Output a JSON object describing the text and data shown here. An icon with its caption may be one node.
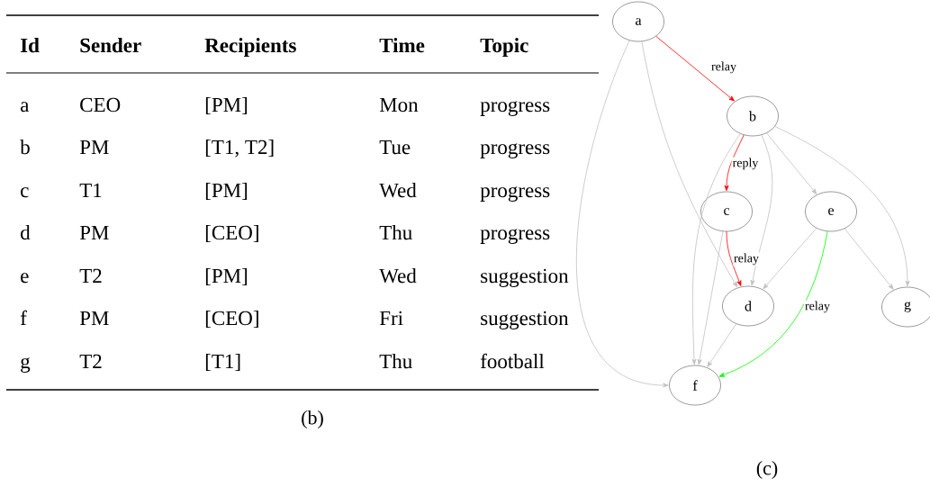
{
  "diagram": {
    "nodes": [
      {
        "text": [
          "a"
        ]
      },
      {
        "text": [
          "b"
        ]
      },
      {
        "text": [
          "c"
        ]
      },
      {
        "text": [
          "e"
        ]
      },
      {
        "text": [
          "d"
        ]
      },
      {
        "text": [
          "g"
        ]
      },
      {
        "text": [
          "f"
        ]
      }
    ],
    "edges": [
      {
        "from": 0,
        "to": 1,
        "arrow": "to",
        "label": "relay",
        "color": "#ff0000"
      },
      {
        "from": 0,
        "to": 6,
        "arrow": "to"
      },
      {
        "from": 0,
        "to": 4,
        "arrow": "to"
      },
      {
        "from": 1,
        "to": 2,
        "arrow": "to",
        "label": "reply",
        "color": "#ff0000"
      },
      {
        "from": 1,
        "to": 6,
        "arrow": "to"
      },
      {
        "from": 1,
        "to": 4,
        "arrow": "to"
      },
      {
        "from": 1,
        "to": 3,
        "arrow": "to"
      },
      {
        "from": 1,
        "to": 5,
        "arrow": "to"
      },
      {
        "from": 2,
        "to": 4,
        "arrow": "to",
        "label": "relay",
        "color": "#ff0000"
      },
      {
        "from": 2,
        "to": 6,
        "arrow": "to"
      },
      {
        "from": 3,
        "to": 4,
        "arrow": "to"
      },
      {
        "from": 3,
        "to": 5,
        "arrow": "to"
      },
      {
        "from": 3,
        "to": 6,
        "arrow": "to",
        "label": "relay",
        "color": "#00ff00"
      },
      {
        "from": 4,
        "to": 6,
        "arrow": "to"
      }
    ],
    "labels": [
      "Id",
      "Sender",
      "Recipients",
      "Time",
      "Topic",
      "a",
      "CEO",
      "[PM]",
      "Mon",
      "progress",
      "b",
      "PM",
      "[T1, T2]",
      "Tue",
      "progress",
      "c",
      "T1",
      "[PM]",
      "Wed",
      "progress",
      "d",
      "PM",
      "[CEO]",
      "Thu",
      "progress",
      "e",
      "T2",
      "[PM]",
      "Wed",
      "suggestion",
      "f",
      "PM",
      "[CEO]",
      "Fri",
      "suggestion",
      "g",
      "T2",
      "[T1]",
      "Thu",
      "football",
      "(b)",
      "(c)"
    ]
  }
}
